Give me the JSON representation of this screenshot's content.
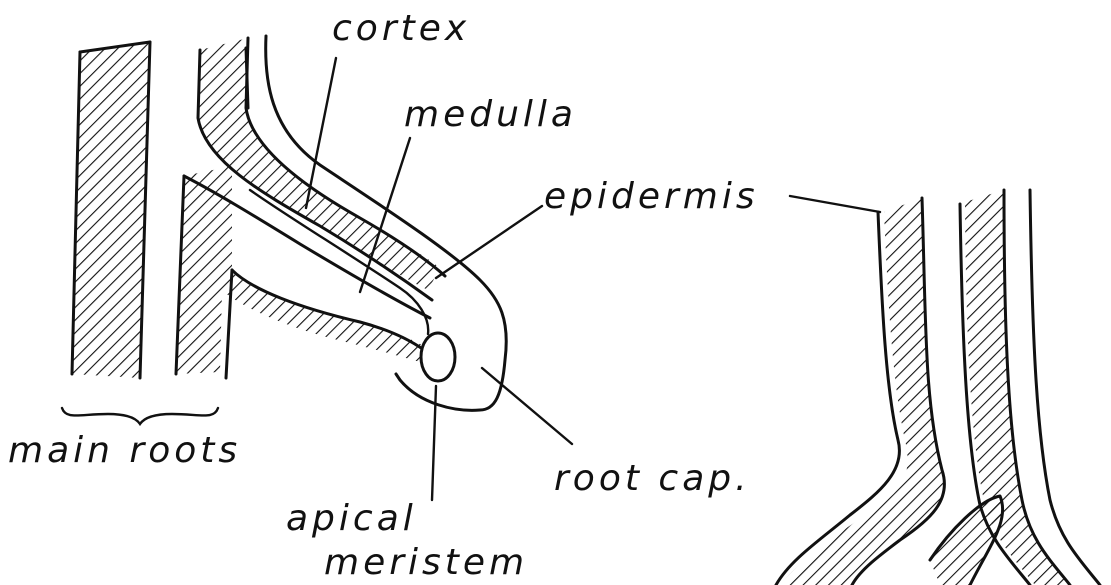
{
  "labels": {
    "cortex": "cortex",
    "medulla": "medulla",
    "epidermis": "epidermis",
    "main_roots": "main roots",
    "root_cap": "root cap.",
    "apical_meristem_line1": "apical",
    "apical_meristem_line2": "meristem"
  }
}
